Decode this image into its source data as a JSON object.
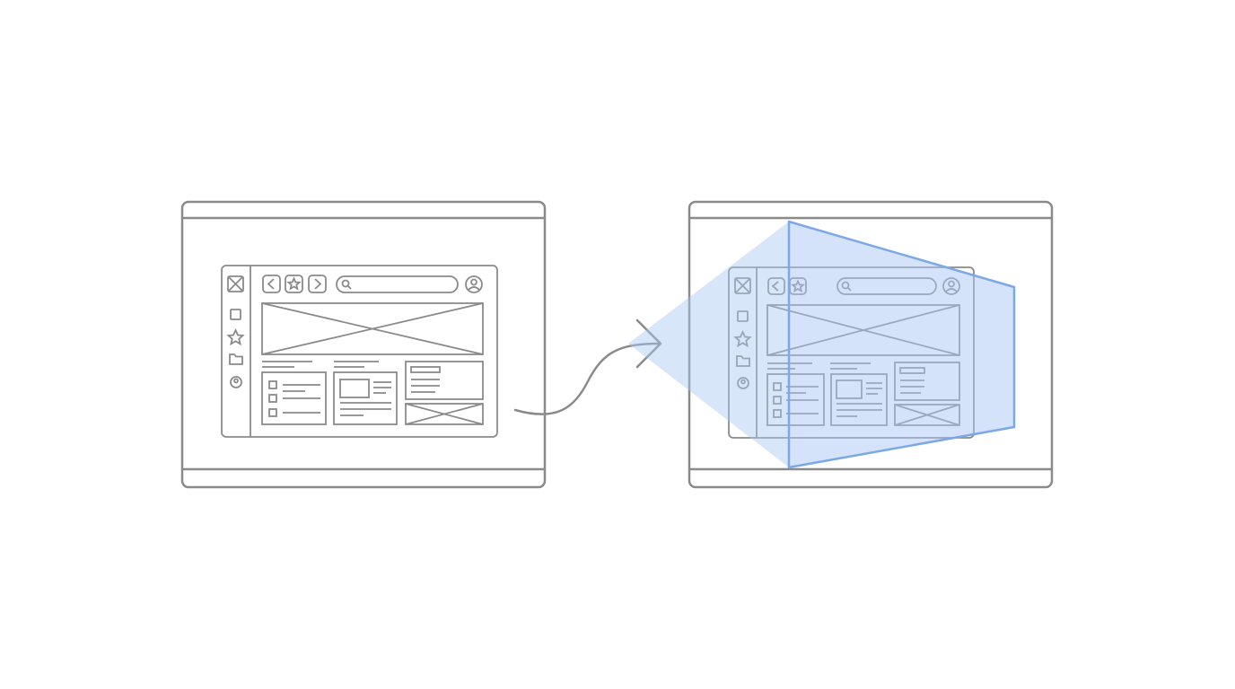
{
  "diagram": {
    "description_text": "",
    "colors": {
      "background": "#ffffff",
      "outline": "#8a8a8a",
      "highlight_fill": "#a9c8f3",
      "highlight_stroke": "#7da8e6",
      "arrow": "#8a8a8a"
    },
    "left_panel": {
      "kind": "monitor-frame",
      "contains": "browser-wireframe",
      "toolbar_icons": [
        "back-icon",
        "star-icon",
        "forward-icon",
        "search-icon",
        "profile-icon"
      ],
      "sidebar_icons": [
        "close-box-icon",
        "square-icon",
        "star-icon",
        "folder-icon",
        "user-circle-icon"
      ]
    },
    "connector": {
      "kind": "curved-arrow",
      "direction": "left-to-right"
    },
    "right_panel": {
      "kind": "monitor-frame",
      "contains": "browser-wireframe",
      "overlay": "projection-highlight",
      "toolbar_icons": [
        "back-icon",
        "star-icon",
        "search-icon",
        "profile-icon"
      ],
      "sidebar_icons": [
        "close-box-icon",
        "square-icon",
        "star-icon",
        "folder-icon",
        "user-circle-icon"
      ]
    }
  }
}
